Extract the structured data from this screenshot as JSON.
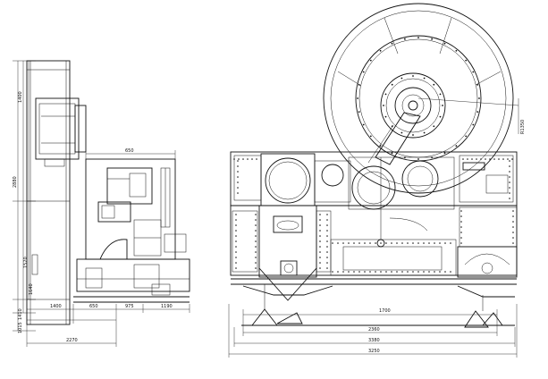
{
  "dimensions": {
    "side_view": {
      "vertical_left": [
        "2880",
        "1400",
        "1520"
      ],
      "vertical_lower": [
        "1410",
        "1015",
        "1640"
      ],
      "top_width": "650",
      "bottom_total": "2270",
      "bottom_sub": [
        "1400",
        "650",
        "975",
        "1190"
      ]
    },
    "front_view": {
      "drum_radius": "R1350",
      "overall_width": "3250",
      "sub_width_1": "3380",
      "sub_width_2": "2360",
      "inner_width": "1700"
    }
  }
}
